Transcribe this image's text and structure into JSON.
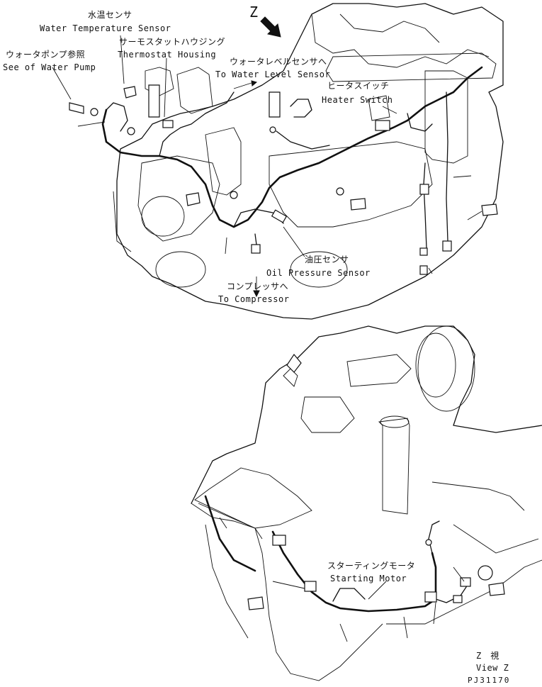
{
  "view_marker": "Z",
  "upper_view": {
    "labels": {
      "water_temp_jp": "水温センサ",
      "water_temp_en": "Water Temperature Sensor",
      "thermostat_jp": "サーモスタットハウジング",
      "thermostat_en": "Thermostat Housing",
      "water_pump_jp": "ウォータポンプ参照",
      "water_pump_en": "See of Water Pump",
      "water_level_jp": "ウォータレベルセンサへ",
      "water_level_en": "To Water Level Sensor",
      "heater_jp": "ヒータスイッチ",
      "heater_en": "Heater Switch",
      "oil_jp": "油圧センサ",
      "oil_en": "Oil Pressure Sensor",
      "compressor_jp": "コンプレッサへ",
      "compressor_en": "To Compressor"
    }
  },
  "lower_view": {
    "labels": {
      "starting_motor_jp": "スターティングモータ",
      "starting_motor_en": "Starting Motor",
      "view_jp": "Z　視",
      "view_en": "View Z"
    }
  },
  "drawing_number": "PJ31170"
}
